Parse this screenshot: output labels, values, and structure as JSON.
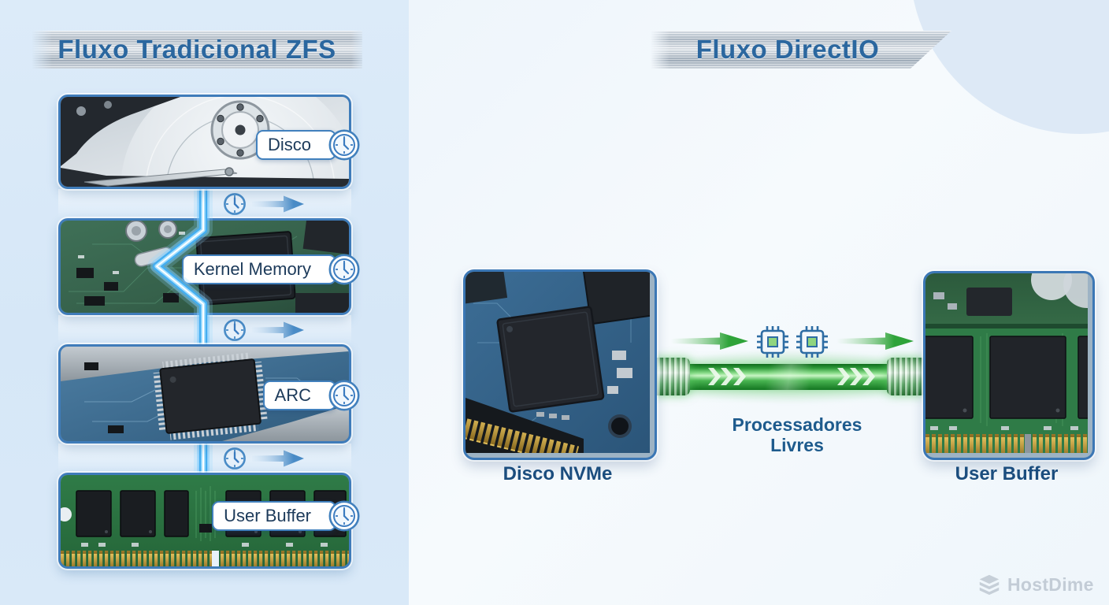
{
  "left_panel": {
    "title": "Fluxo Tradicional ZFS",
    "stages": [
      {
        "label": "Disco",
        "image": "hard-disk-platter-photo"
      },
      {
        "label": "Kernel Memory",
        "image": "green-circuit-board-photo"
      },
      {
        "label": "ARC",
        "image": "blue-circuit-chip-photo"
      },
      {
        "label": "User Buffer",
        "image": "ram-module-photo"
      }
    ],
    "stage_badge_icon": "clock-icon",
    "gap_connector": {
      "icon": "clock-icon",
      "arrow_icon": "right-arrow-icon"
    },
    "flow_pipe": "blue-zigzag-data-pipe"
  },
  "right_panel": {
    "title": "Fluxo DirectIO",
    "source_caption": "Disco NVMe",
    "destination_caption": "User Buffer",
    "middle_label": [
      "Processadores",
      "Livres"
    ],
    "middle_icons": "cpu-chip-icon",
    "flow_pipe": "green-direct-cable"
  },
  "watermark": {
    "brand": "HostDime",
    "icon": "hostdime-stack-logo"
  },
  "colors": {
    "left_panel_bg": "#d9e9f8",
    "right_panel_bg": "#f4f9fc",
    "banner_metal_dark": "#a9b5c1",
    "title_blue": "#2b679f",
    "pill_border_blue": "#4180bd",
    "pill_text_navy": "#1c3a5a",
    "pipe_blue": "#45aef0",
    "flow_green": "#3fae42",
    "caption_blue": "#1b4d7e",
    "watermark_gray": "#c3ccd6"
  }
}
